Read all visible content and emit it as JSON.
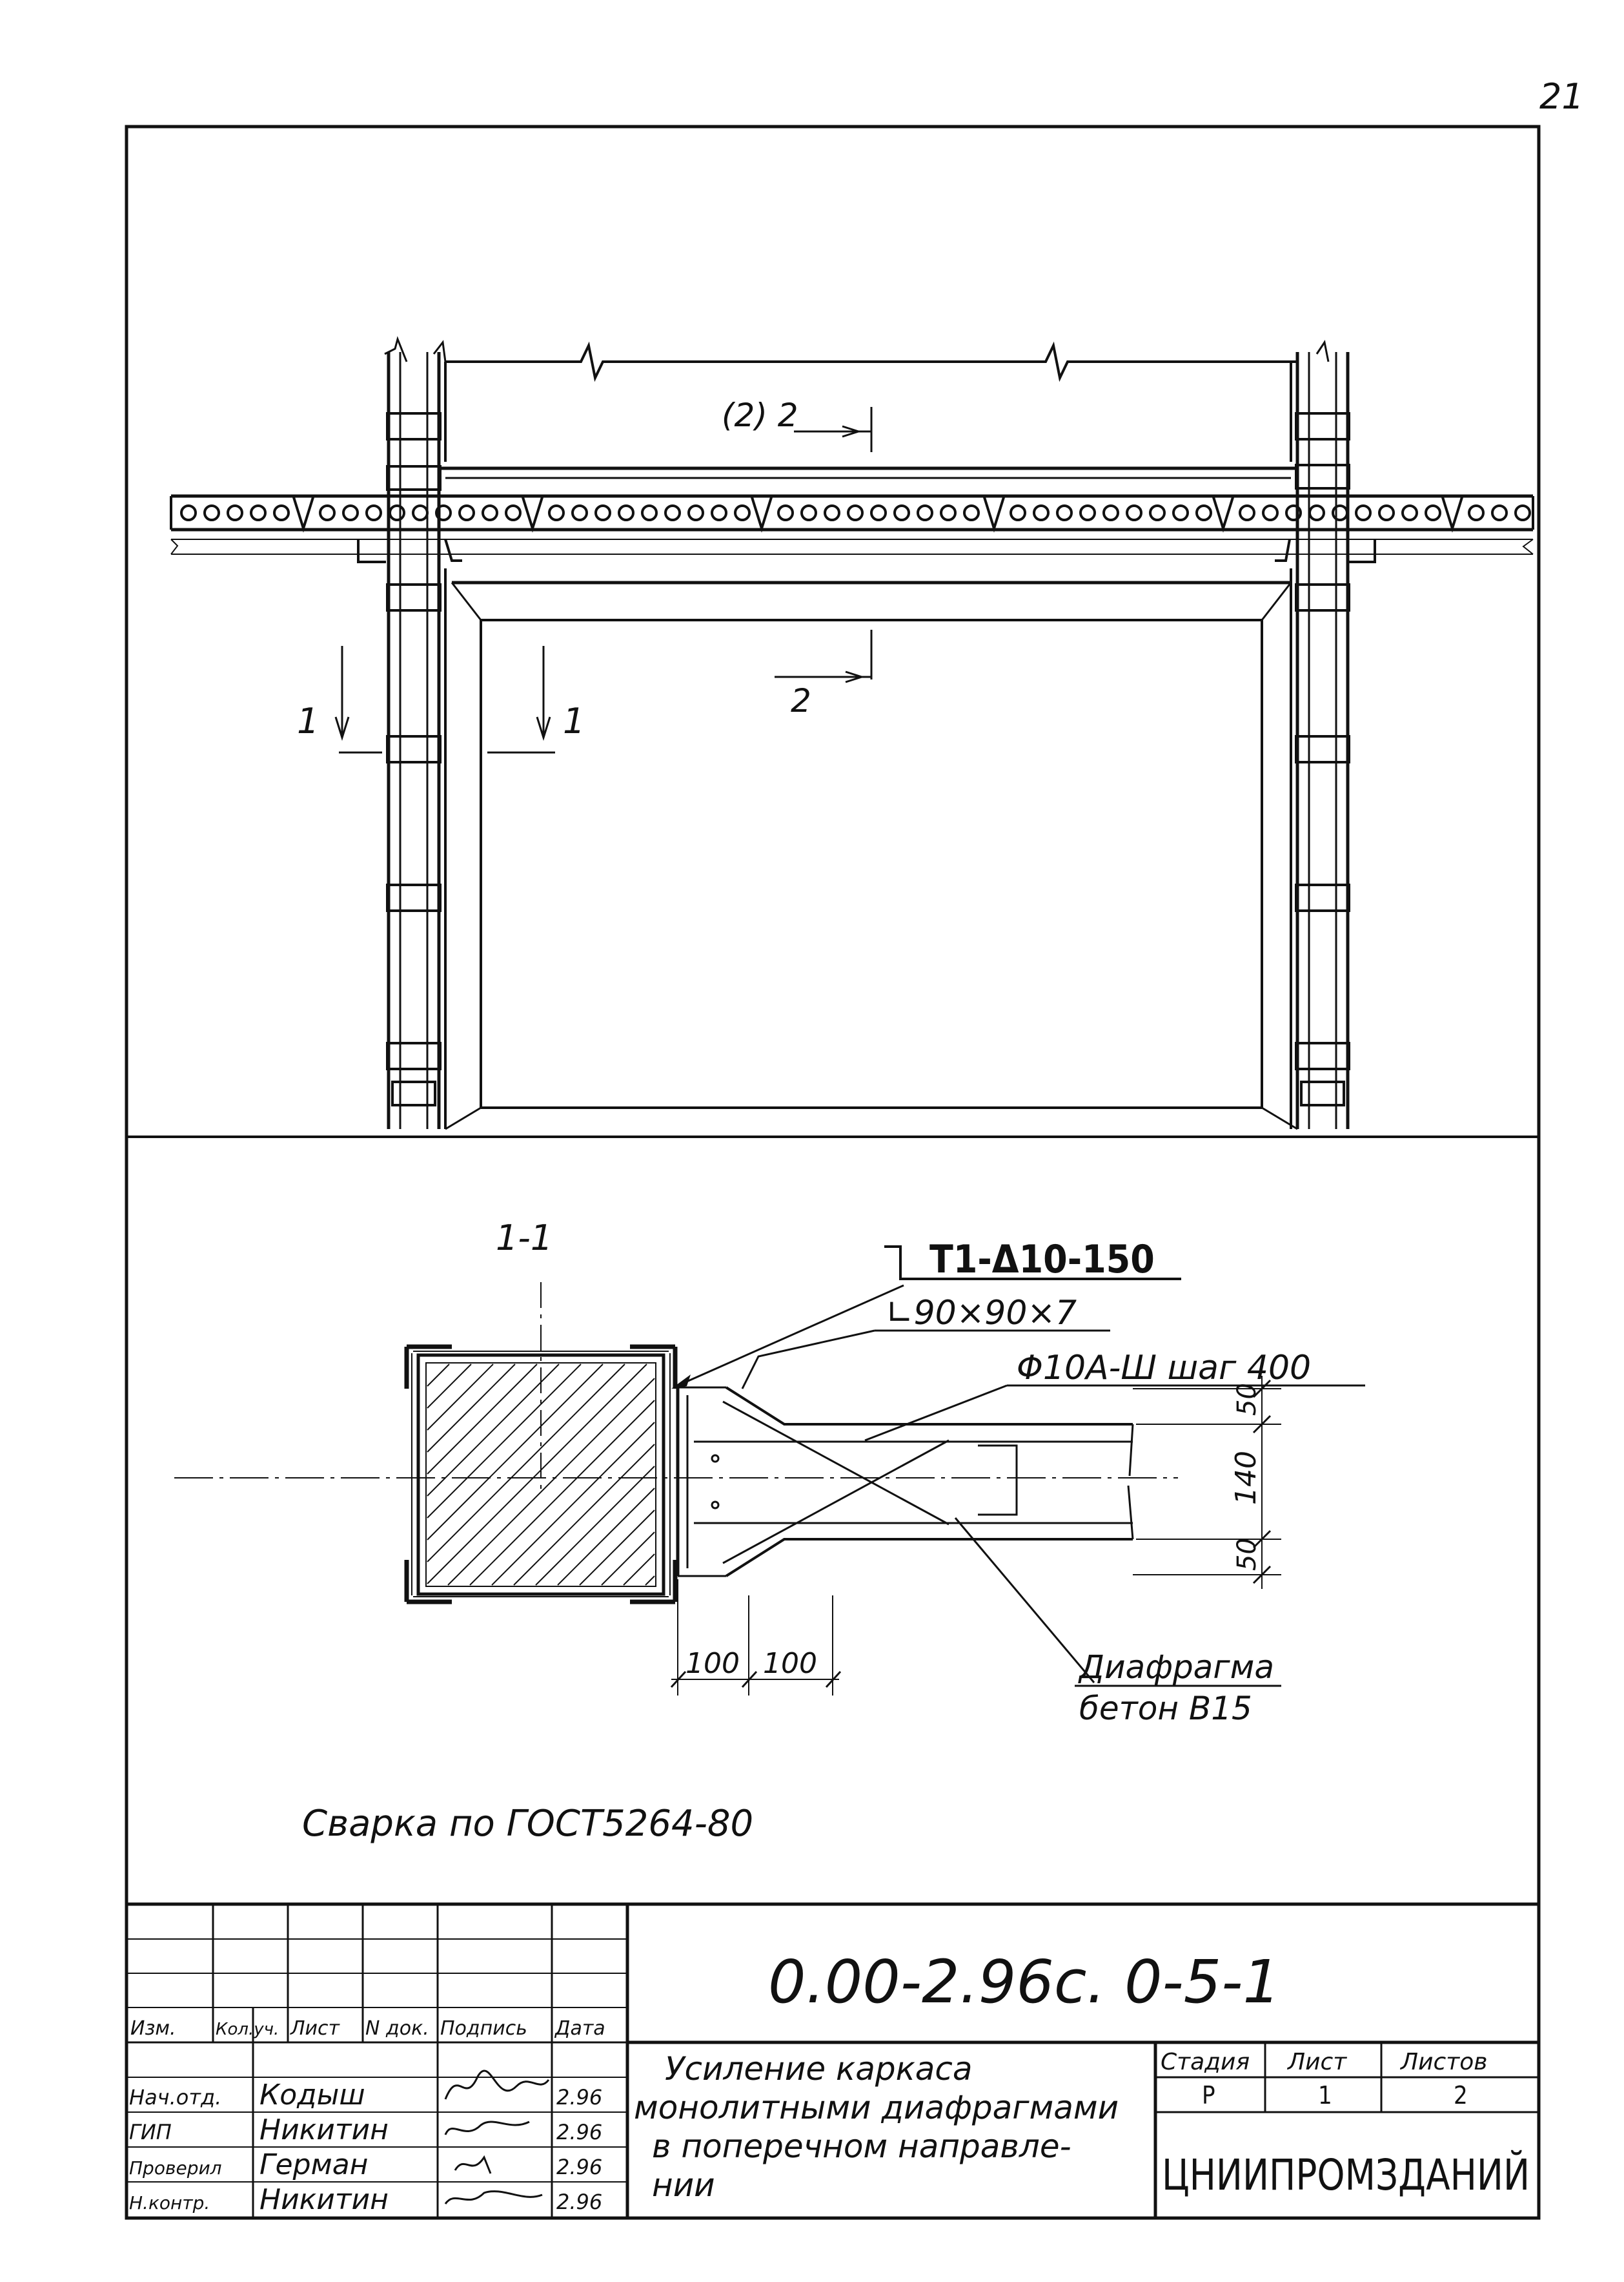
{
  "page_number": "21",
  "elevation": {
    "section_top_label": "(2) 2",
    "section_bottom_label": "2",
    "section_left_label": "1",
    "section_right_label": "1"
  },
  "section_1_1": {
    "title": "1-1",
    "callout_weld": "Т1-Δ10-150",
    "callout_angle": "∟90×90×7",
    "callout_rebar": "Φ10А-Ш шаг 400",
    "callout_diaphragm_line1": "Диафрагма",
    "callout_diaphragm_line2": "бетон В15",
    "dim_bottom_1": "100",
    "dim_bottom_2": "100",
    "dim_right_top": "50",
    "dim_right_mid": "140",
    "dim_right_bot": "50"
  },
  "weld_note": "Сварка по ГОСТ5264-80",
  "title_block": {
    "doc_code": "0.00-2.96с. 0-5-1",
    "headers": {
      "izm": "Изм.",
      "kol": "Кол.уч.",
      "list": "Лист",
      "ndok": "N док.",
      "podpis": "Подпись",
      "data": "Дата"
    },
    "rows": [
      {
        "role": "Нач.отд.",
        "name": "Кодыш",
        "date": "2.96"
      },
      {
        "role": "ГИП",
        "name": "Никитин",
        "date": "2.96"
      },
      {
        "role": "Проверил",
        "name": "Герман",
        "date": "2.96"
      },
      {
        "role": "Н.контр.",
        "name": "Никитин",
        "date": "2.96"
      }
    ],
    "title_line1": "Усиление каркаса",
    "title_line2": "монолитными диафрагмами",
    "title_line3": "в поперечном направле-",
    "title_line4": "нии",
    "stage_label": "Стадия",
    "sheet_label": "Лист",
    "sheets_label": "Листов",
    "stage_value": "Р",
    "sheet_value": "1",
    "sheets_value": "2",
    "organization": "ЦНИИПРОМЗДАНИЙ"
  }
}
